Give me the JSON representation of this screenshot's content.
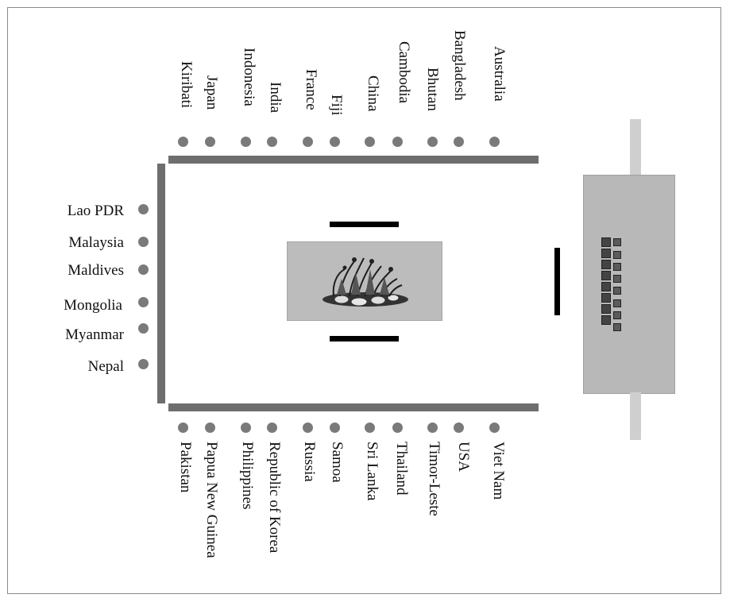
{
  "top_side": [
    "Kiribati",
    "Japan",
    "Indonesia",
    "India",
    "France",
    "Fiji",
    "China",
    "Cambodia",
    "Bhutan",
    "Bangladesh",
    "Australia"
  ],
  "bottom_side": [
    "Pakistan",
    "Papua New Guinea",
    "Philippines",
    "Republic of Korea",
    "Russia",
    "Samoa",
    "Sri Lanka",
    "Thailand",
    "Timor-Leste",
    "USA",
    "Viet Nam"
  ],
  "left_side": [
    "Lao PDR",
    "Malaysia",
    "Maldives",
    "Mongolia",
    "Myanmar",
    "Nepal"
  ],
  "colors": {
    "table": "#6e6e6e",
    "seat": "#7a7a7a",
    "mat": "#bcbcbc",
    "podium": "#b8b8b8",
    "bar": "#000000"
  },
  "icons": {
    "centerpiece": "flower-arrangement-icon"
  }
}
